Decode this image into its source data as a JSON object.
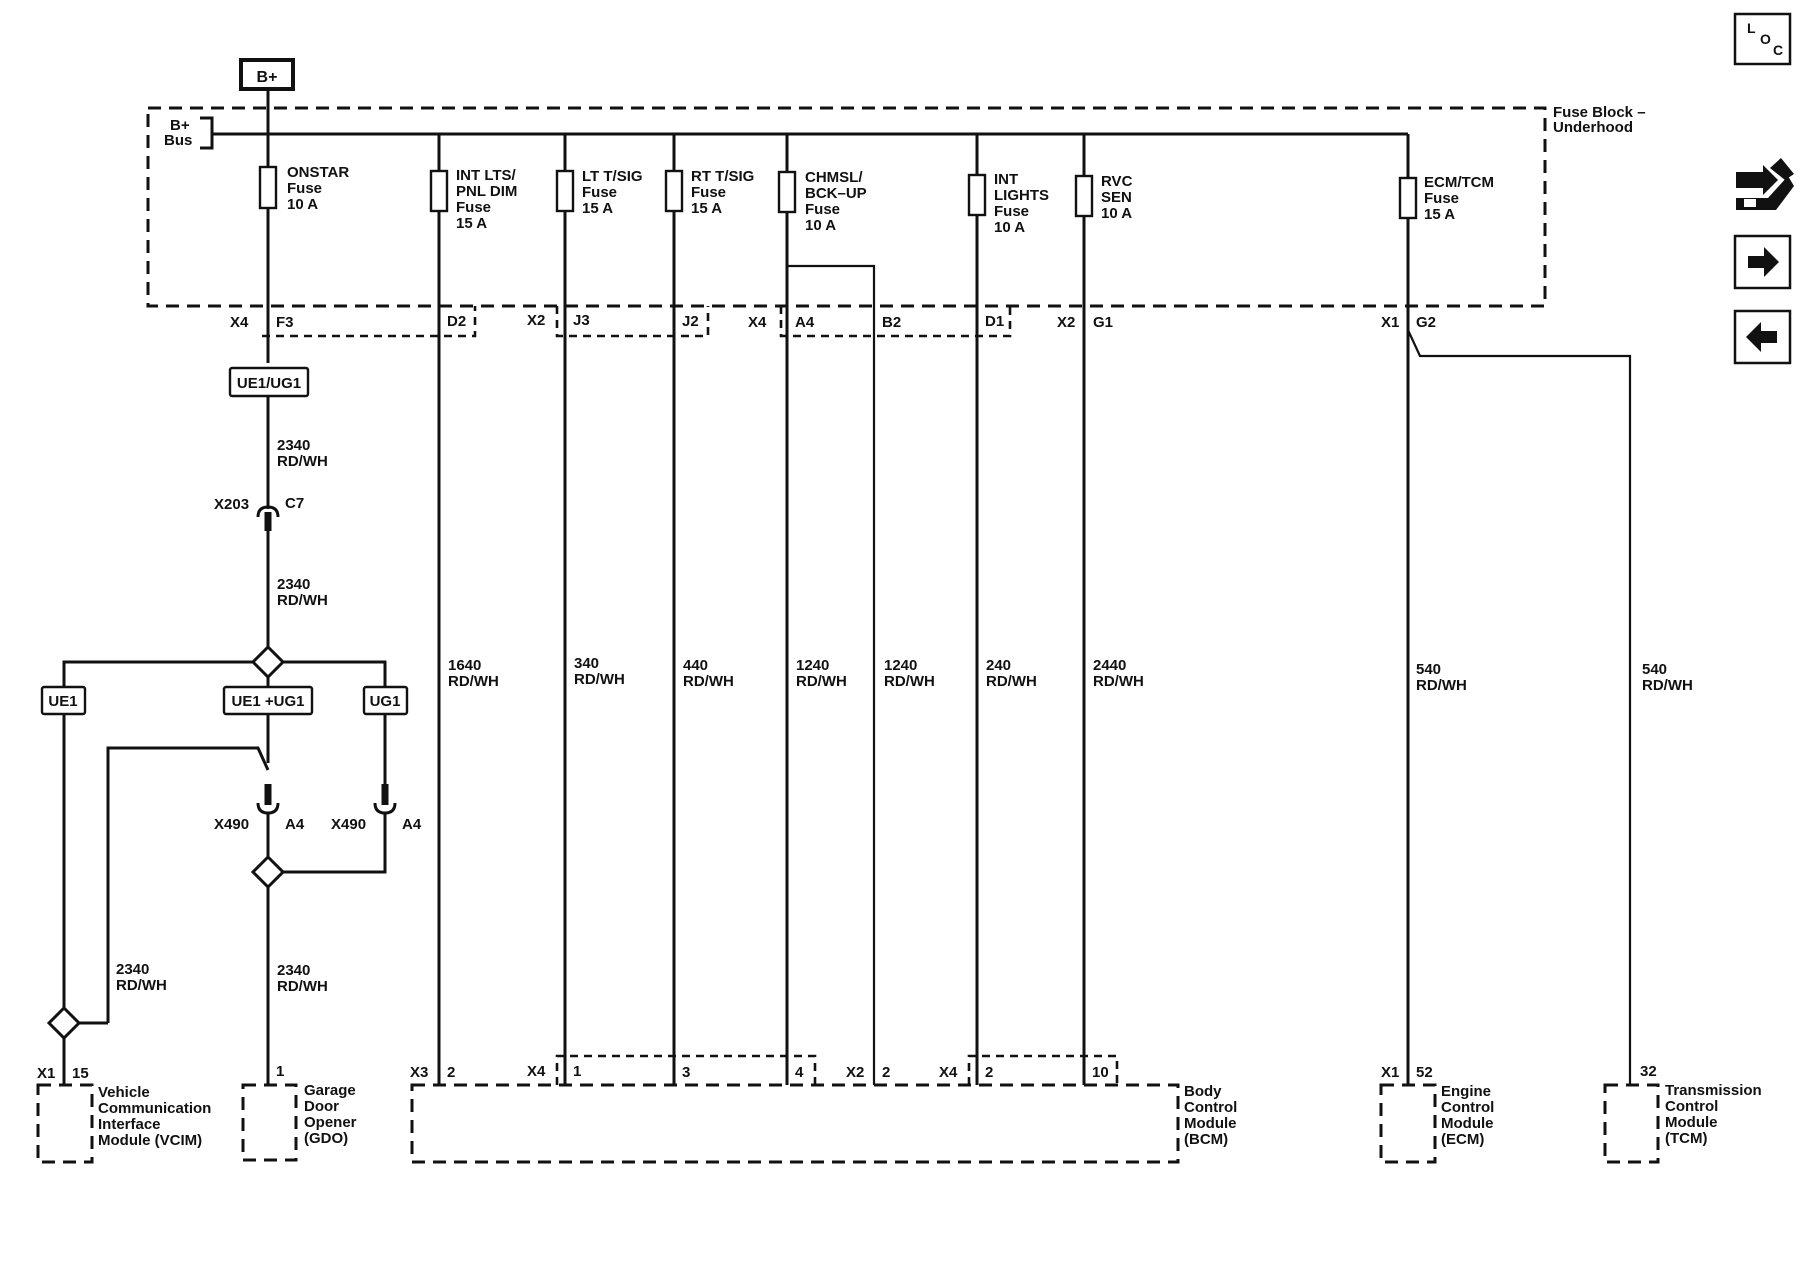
{
  "power": {
    "label": "B+"
  },
  "fuse_block": {
    "name_line1": "Fuse Block –",
    "name_line2": "Underhood",
    "bus_line1": "B+",
    "bus_line2": "Bus"
  },
  "fuses": [
    {
      "lines": [
        "ONSTAR",
        "Fuse",
        "10 A"
      ]
    },
    {
      "lines": [
        "INT LTS/",
        "PNL DIM",
        "Fuse",
        "15 A"
      ]
    },
    {
      "lines": [
        "LT T/SIG",
        "Fuse",
        "15 A"
      ]
    },
    {
      "lines": [
        "RT T/SIG",
        "Fuse",
        "15 A"
      ]
    },
    {
      "lines": [
        "CHMSL/",
        "BCK–UP",
        "Fuse",
        "10 A"
      ]
    },
    {
      "lines": [
        "INT",
        "LIGHTS",
        "Fuse",
        "10 A"
      ]
    },
    {
      "lines": [
        "RVC",
        "SEN",
        "10 A"
      ]
    },
    {
      "lines": [
        "ECM/TCM",
        "Fuse",
        "15 A"
      ]
    }
  ],
  "fuse_block_pins": {
    "x4": "X4",
    "f3": "F3",
    "d2": "D2",
    "x2a": "X2",
    "j3": "J3",
    "j2": "J2",
    "x4b": "X4",
    "a4": "A4",
    "b2": "B2",
    "d1": "D1",
    "x2b": "X2",
    "g1": "G1",
    "x1": "X1",
    "g2": "G2"
  },
  "options": {
    "main": "UE1/UG1",
    "ue1": "UE1",
    "combined": "UE1 +UG1",
    "ug1": "UG1"
  },
  "inline_connectors": {
    "x203": "X203",
    "c7": "C7",
    "x490a": "X490",
    "a4a": "A4",
    "x490b": "X490",
    "a4b": "A4"
  },
  "wires": {
    "onstar_1": [
      "2340",
      "RD/WH"
    ],
    "onstar_2": [
      "2340",
      "RD/WH"
    ],
    "vcim": [
      "2340",
      "RD/WH"
    ],
    "gdo": [
      "2340",
      "RD/WH"
    ],
    "w1640": [
      "1640",
      "RD/WH"
    ],
    "w340": [
      "340",
      "RD/WH"
    ],
    "w440": [
      "440",
      "RD/WH"
    ],
    "w1240a": [
      "1240",
      "RD/WH"
    ],
    "w1240b": [
      "1240",
      "RD/WH"
    ],
    "w240": [
      "240",
      "RD/WH"
    ],
    "w2440": [
      "2440",
      "RD/WH"
    ],
    "w540a": [
      "540",
      "RD/WH"
    ],
    "w540b": [
      "540",
      "RD/WH"
    ]
  },
  "module_pins": {
    "vcim_conn": "X1",
    "vcim_pin": "15",
    "gdo_pin": "1",
    "bcm_x3": "X3",
    "bcm_p2a": "2",
    "bcm_x4a": "X4",
    "bcm_p1": "1",
    "bcm_p3": "3",
    "bcm_p4": "4",
    "bcm_x2": "X2",
    "bcm_p2b": "2",
    "bcm_x4b": "X4",
    "bcm_p2c": "2",
    "bcm_p10": "10",
    "ecm_conn": "X1",
    "ecm_pin": "52",
    "tcm_pin": "32"
  },
  "modules": {
    "vcim": [
      "Vehicle",
      "Communication",
      "Interface",
      "Module (VCIM)"
    ],
    "gdo": [
      "Garage",
      "Door",
      "Opener",
      "(GDO)"
    ],
    "bcm": [
      "Body",
      "Control",
      "Module",
      "(BCM)"
    ],
    "ecm": [
      "Engine",
      "Control",
      "Module",
      "(ECM)"
    ],
    "tcm": [
      "Transmission",
      "Control",
      "Module",
      "(TCM)"
    ]
  },
  "nav": {
    "loc_l": "L",
    "loc_o": "O",
    "loc_c": "C",
    "connector_icon": "connector-icon",
    "next_icon": "arrow-right-icon",
    "prev_icon": "arrow-left-icon"
  }
}
